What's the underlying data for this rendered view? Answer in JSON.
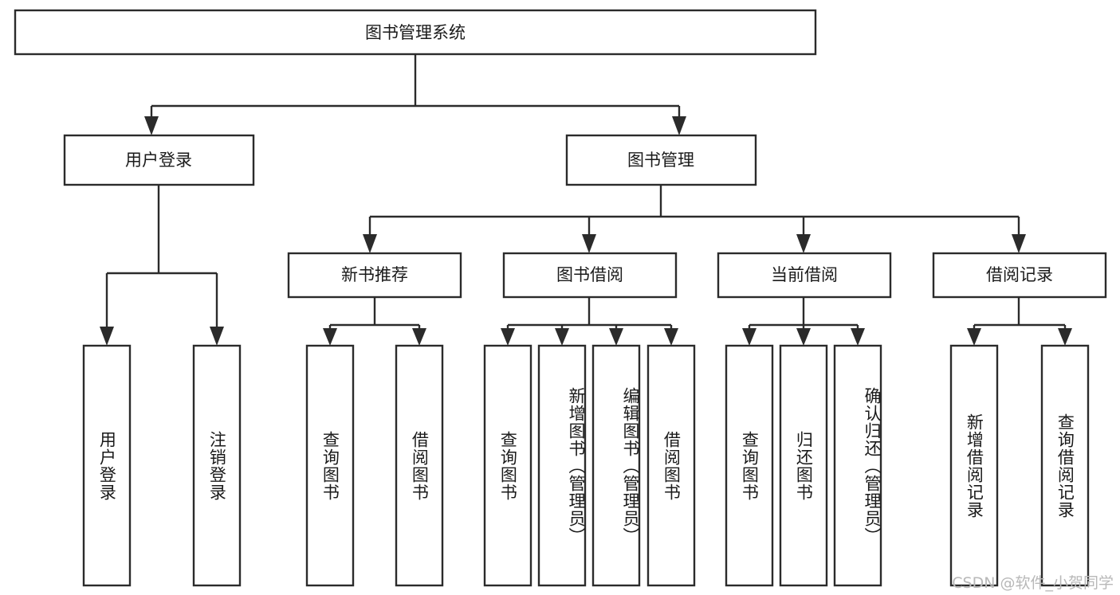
{
  "diagram": {
    "type": "tree",
    "title": "图书管理系统",
    "watermark": "CSDN @软件_小贺同学",
    "colors": {
      "box_stroke": "#2b2b2b",
      "box_fill": "#ffffff",
      "text": "#1a1a1a",
      "background": "#ffffff",
      "watermark_text": "#b8b8b8"
    },
    "levels": {
      "root": {
        "label": "图书管理系统"
      },
      "level2": [
        {
          "label": "用户登录"
        },
        {
          "label": "图书管理"
        }
      ],
      "level3": [
        {
          "label": "新书推荐"
        },
        {
          "label": "图书借阅"
        },
        {
          "label": "当前借阅"
        },
        {
          "label": "借阅记录"
        }
      ],
      "leaves": [
        {
          "label": "用户登录"
        },
        {
          "label": "注销登录"
        },
        {
          "label": "查询图书"
        },
        {
          "label": "借阅图书"
        },
        {
          "label": "查询图书"
        },
        {
          "label": "新增图书（管理员）"
        },
        {
          "label": "编辑图书（管理员）"
        },
        {
          "label": "借阅图书"
        },
        {
          "label": "查询图书"
        },
        {
          "label": "归还图书"
        },
        {
          "label": "确认归还（管理员）"
        },
        {
          "label": "新增借阅记录"
        },
        {
          "label": "查询借阅记录"
        }
      ]
    }
  }
}
